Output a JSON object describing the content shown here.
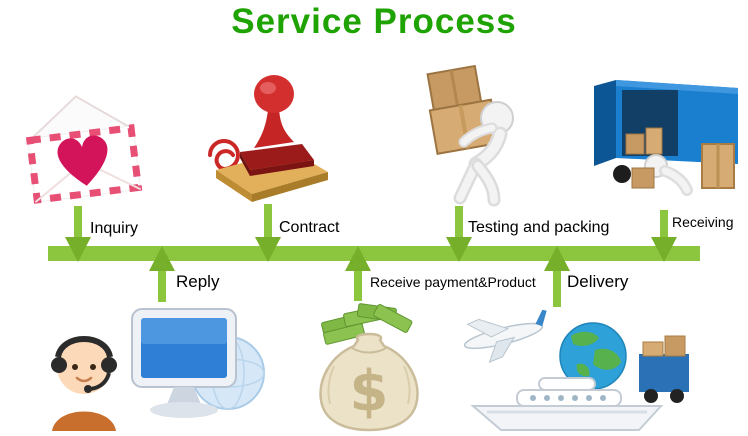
{
  "title": "Service Process",
  "colors": {
    "title": "#1FA303",
    "bar": "#8CC63F",
    "arrow": "#76B02B",
    "label": "#000000"
  },
  "process": {
    "top_steps": [
      {
        "label": "Inquiry",
        "icon": "envelope-heart-icon"
      },
      {
        "label": "Contract",
        "icon": "rubber-stamp-icon"
      },
      {
        "label": "Testing and packing",
        "icon": "worker-carrying-boxes-icon"
      },
      {
        "label": "Receiving",
        "icon": "truck-unloading-icon"
      }
    ],
    "bottom_steps": [
      {
        "label": "Reply",
        "icon": "customer-support-icon"
      },
      {
        "label": "Receive payment&Product",
        "icon": "money-bag-icon"
      },
      {
        "label": "Delivery",
        "icon": "global-logistics-icon"
      }
    ]
  }
}
